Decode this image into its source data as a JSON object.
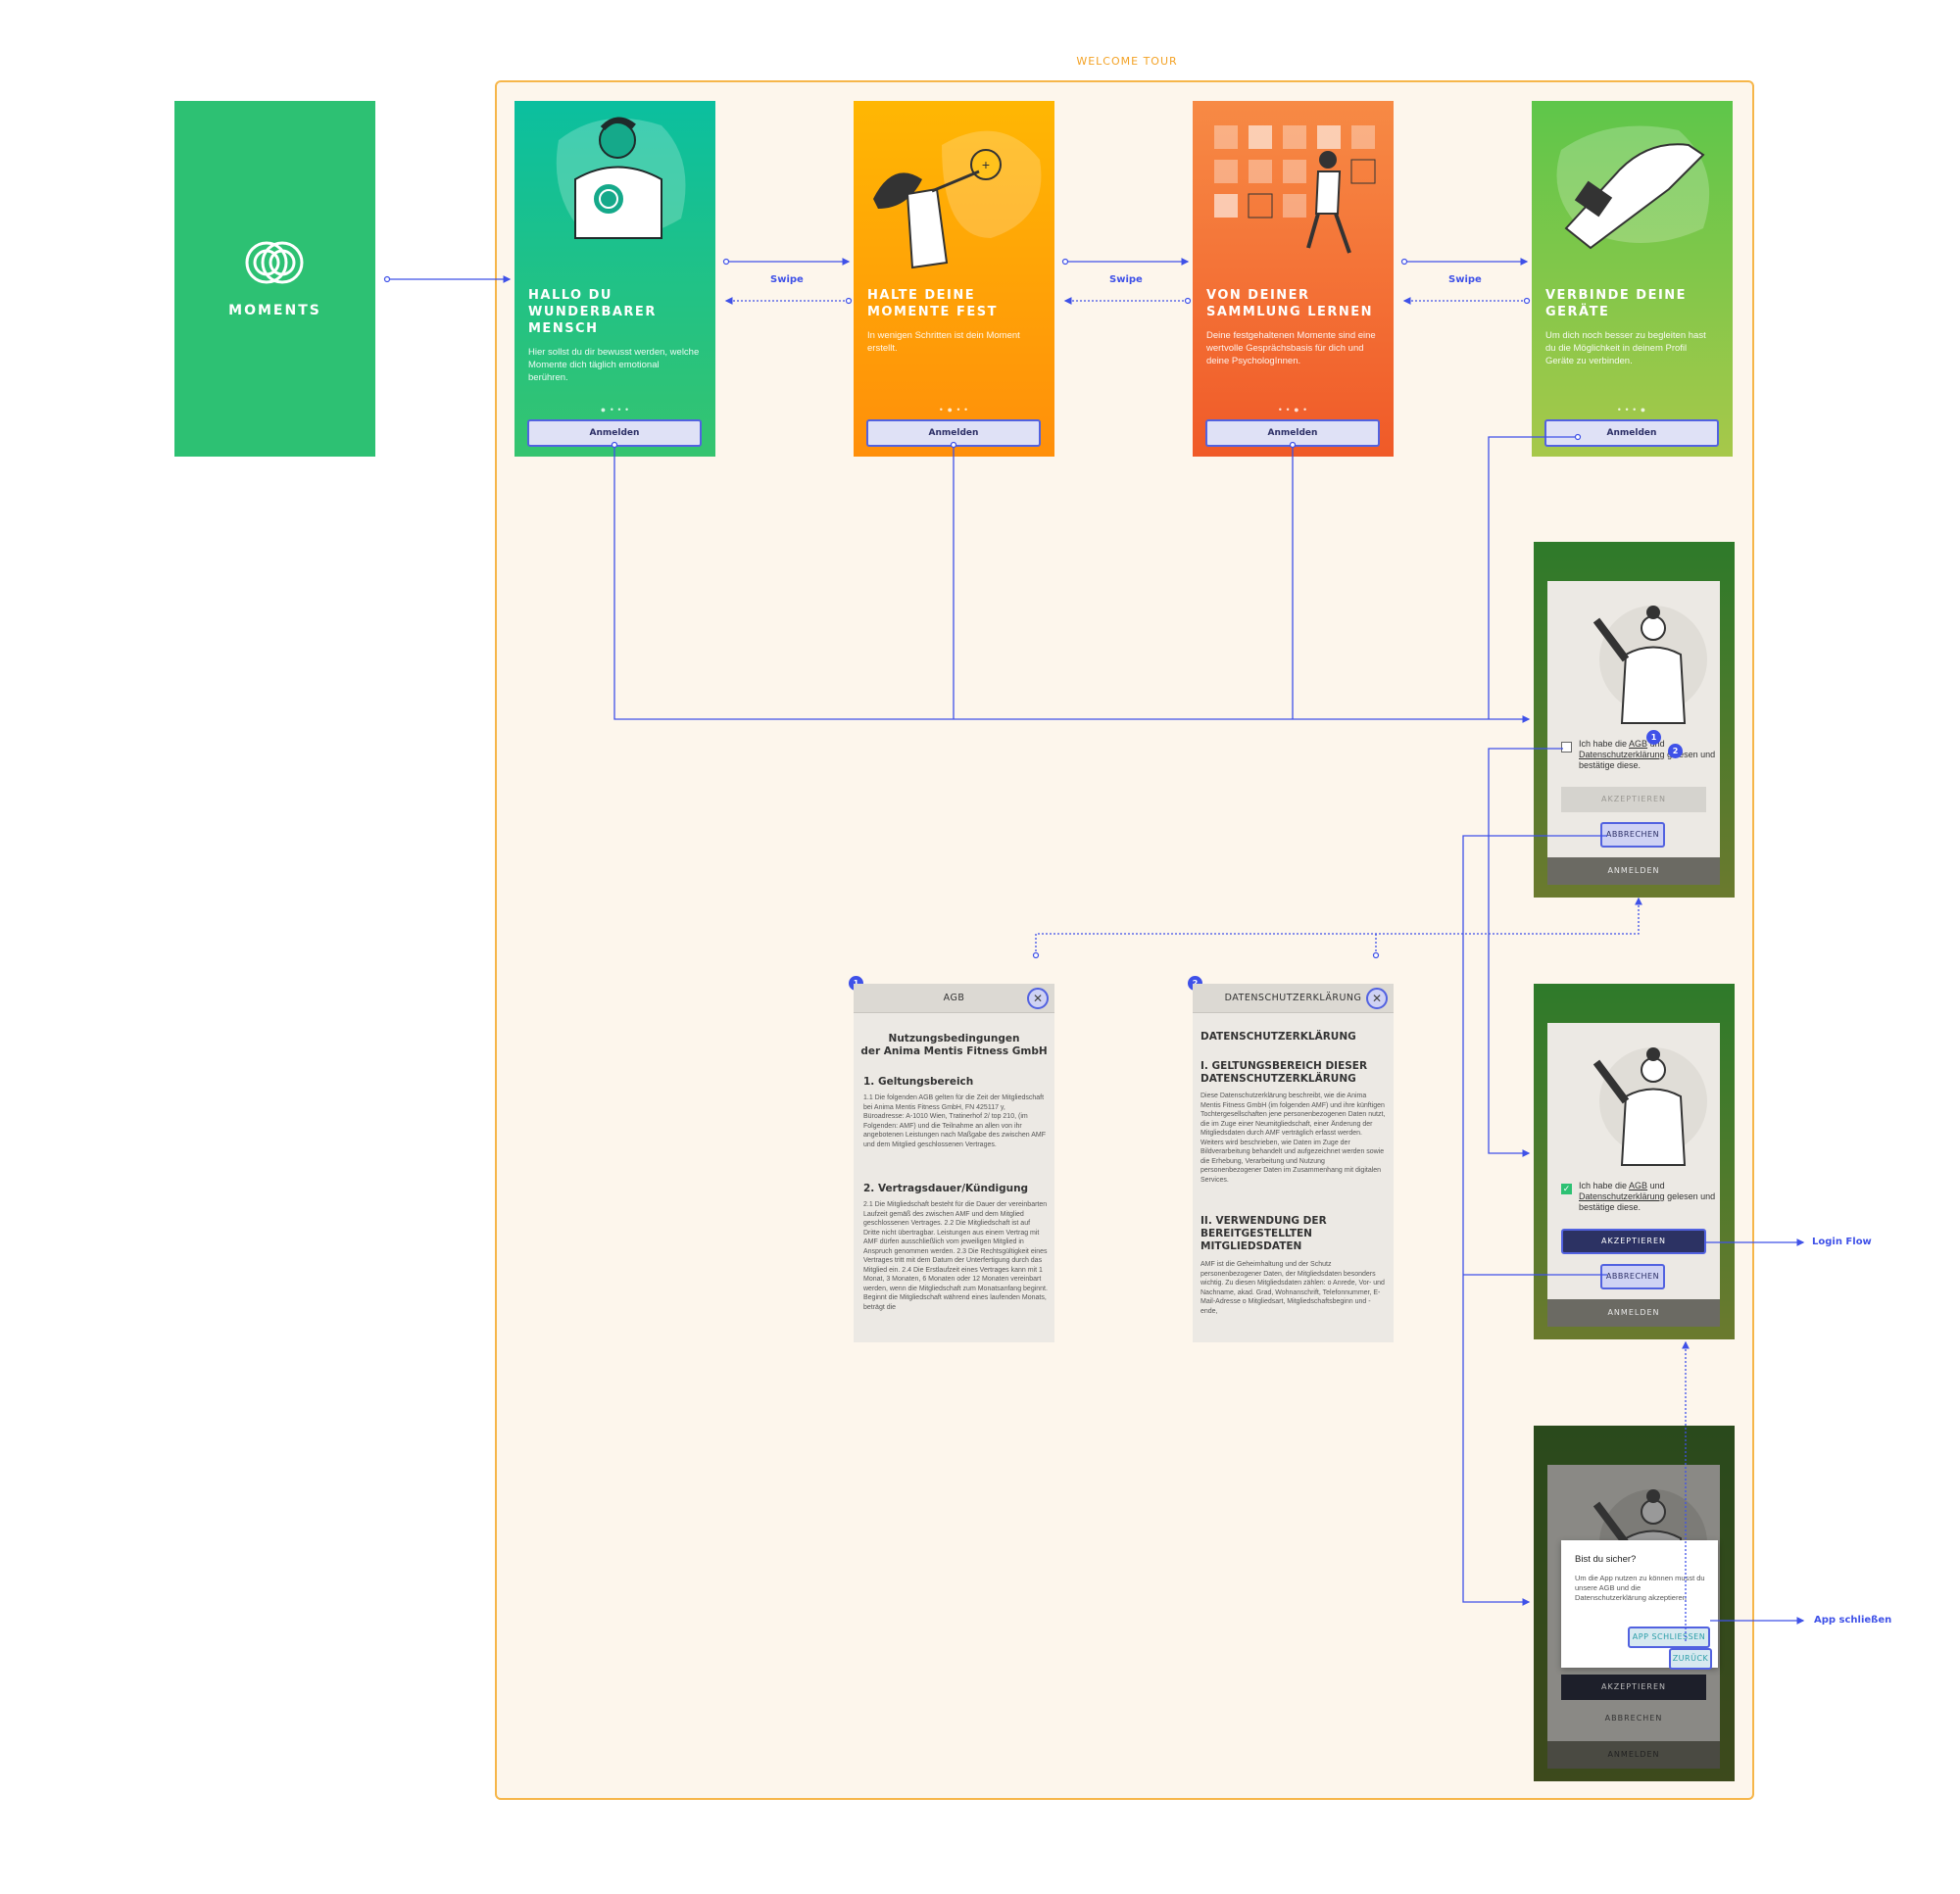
{
  "region_label": "WELCOME TOUR",
  "splash": {
    "app_name": "MOMENTS",
    "background": "#2dc173"
  },
  "onboarding": [
    {
      "title": "HALLO DU WUNDERBARER MENSCH",
      "text": "Hier sollst du dir bewusst werden, welche Momente dich täglich emotional berühren.",
      "dots": "● • • •",
      "button": "Anmelden"
    },
    {
      "title": "HALTE DEINE MOMENTE FEST",
      "text": "In wenigen Schritten ist dein Moment erstellt.",
      "dots": "• ● • •",
      "button": "Anmelden"
    },
    {
      "title": "VON DEINER SAMMLUNG LERNEN",
      "text": "Deine festgehaltenen Momente sind eine wertvolle Gesprächsbasis für dich und deine PsychologInnen.",
      "dots": "• • ● •",
      "button": "Anmelden"
    },
    {
      "title": "VERBINDE DEINE GERÄTE",
      "text": "Um dich noch besser zu begleiten hast du die Möglichkeit in deinem Profil Geräte zu verbinden.",
      "dots": "• • • ●",
      "button": "Anmelden"
    }
  ],
  "swipe_label": "Swipe",
  "consent": {
    "text_prefix": "Ich habe die ",
    "agb": "AGB",
    "und": " und ",
    "datenschutz": "Datenschutzerklärung",
    "text_suffix": " gelesen und bestätige diese.",
    "accept": "AKZEPTIEREN",
    "cancel": "ABBRECHEN",
    "login": "ANMELDEN",
    "badge1": "1",
    "badge2": "2"
  },
  "agb_doc": {
    "badge": "1",
    "header": "AGB",
    "title_line1": "Nutzungsbedingungen",
    "title_line2": "der Anima Mentis Fitness GmbH",
    "s1_heading": "1.  Geltungsbereich",
    "s1_text": "1.1  Die folgenden AGB gelten für die Zeit der Mitgliedschaft bei Anima Mentis Fitness GmbH, FN 425117 y, Büroadresse: A-1010 Wien, Tratinerhof 2/ top 210, (im Folgenden: AMF) und die Teilnahme an allen von ihr angebotenen Leistungen nach Maßgabe des zwischen AMF und dem Mitglied geschlossenen Vertrages.",
    "s2_heading": "2.  Vertragsdauer/Kündigung",
    "s2_text": "2.1  Die Mitgliedschaft besteht für die Dauer der vereinbarten Laufzeit gemäß des zwischen AMF und dem Mitglied geschlossenen Vertrages. 2.2  Die Mitgliedschaft ist auf Dritte nicht übertragbar. Leistungen aus einem Vertrag mit AMF dürfen ausschließlich vom jeweiligen Mitglied in Anspruch genommen werden. 2.3  Die Rechtsgültigkeit eines Vertrages tritt mit dem Datum der Unterfertigung durch das Mitglied ein. 2.4  Die Erstlaufzeit eines Vertrages kann mit 1 Monat, 3 Monaten, 6 Monaten oder 12 Monaten vereinbart werden, wenn die Mitgliedschaft zum Monatsanfang beginnt. Beginnt die Mitgliedschaft während eines laufenden Monats, beträgt die"
  },
  "ds_doc": {
    "badge": "2",
    "header": "DATENSCHUTZERKLÄRUNG",
    "title": "DATENSCHUTZERKLÄRUNG",
    "s1_heading": "I.   GELTUNGSBEREICH DIESER DATENSCHUTZERKLÄRUNG",
    "s1_text": "Diese Datenschutzerklärung beschreibt, wie die Anima Mentis Fitness GmbH (im folgenden AMF) und ihre künftigen Tochtergesellschaften jene personenbezogenen Daten nutzt, die im Zuge einer Neumitgliedschaft, einer Änderung der Mitgliedsdaten durch AMF verträglich erfasst werden. Weiters wird beschrieben, wie Daten im Zuge der Bildverarbeitung behandelt und aufgezeichnet werden sowie die Erhebung, Verarbeitung und Nutzung personenbezogener Daten im Zusammenhang mit digitalen Services.",
    "s2_heading": "II.  VERWENDUNG DER BEREITGESTELLTEN MITGLIEDSDATEN",
    "s2_text": "AMF ist die Geheimhaltung und der Schutz personenbezogener Daten, der Mitgliedsdaten besonders wichtig. Zu diesen Mitgliedsdaten zählen: o      Anrede, Vor- und Nachname, akad. Grad, Wohnanschrift, Telefonnummer, E-Mail-Adresse o      Mitgliedsart, Mitgliedschaftsbeginn und -ende,"
  },
  "confirm": {
    "title": "Bist du sicher?",
    "text": "Um die App nutzen zu können musst du unsere AGB und die Datenschutzerklärung akzeptieren",
    "close_app": "APP SCHLIESSEN",
    "back": "ZURÜCK"
  },
  "flow_labels": {
    "login": "Login Flow",
    "close": "App schließen"
  },
  "colors": {
    "flow": "#3f51e8",
    "region_border": "#f6b64a",
    "region_bg": "#fdf6ec"
  }
}
